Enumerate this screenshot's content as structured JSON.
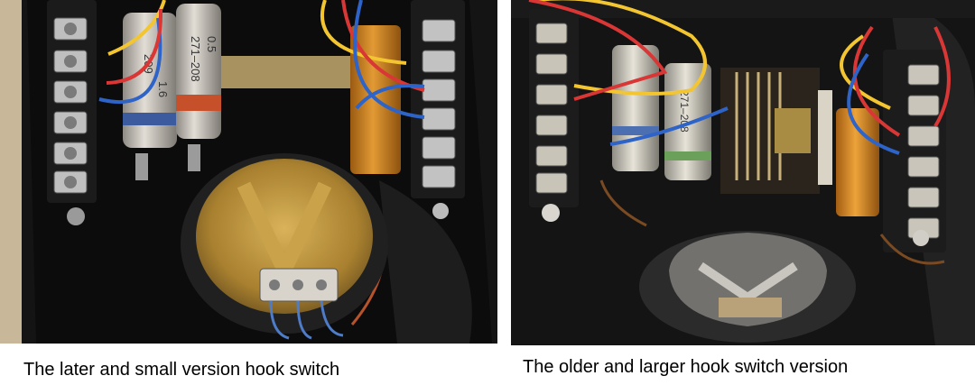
{
  "left_photo": {
    "capacitor_1_label": "209",
    "capacitor_1_value": "1.6",
    "capacitor_2_label": "271–208",
    "capacitor_2_value": "0.5",
    "caption": "The later and small version hook switch"
  },
  "right_photo": {
    "capacitor_label": "271–208",
    "caption": "The older and larger hook switch version"
  },
  "colors": {
    "background": "#ffffff",
    "housing": "#131313",
    "brass": "#b58a3a",
    "capacitor_silver": "#cfcac0",
    "capacitor_orange": "#d4872a",
    "wire_yellow": "#f2c531",
    "wire_red": "#d93636",
    "wire_blue": "#2e63c8"
  }
}
